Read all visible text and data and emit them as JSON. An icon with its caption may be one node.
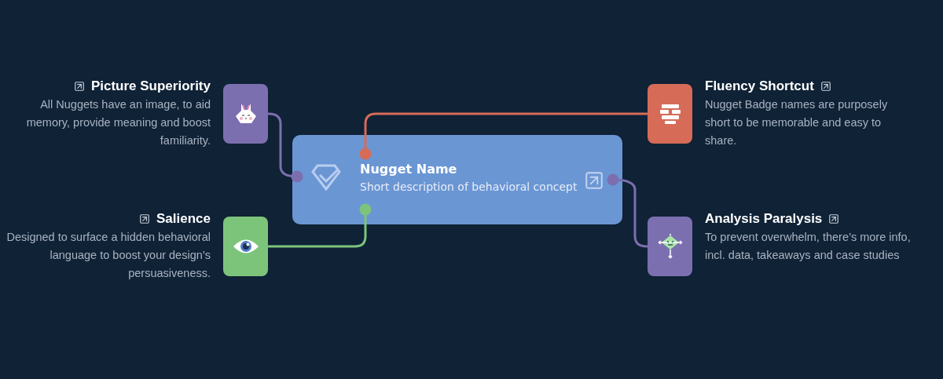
{
  "diagram": {
    "nodes": [
      {
        "text": [
          "Nugget Name",
          "Short description of behavioral concept"
        ]
      },
      {
        "text": [],
        "shape": "box",
        "beside": [
          "Picture Superiority",
          "All Nuggets have an image, to aid memory, provide meaning and boost familiarity."
        ]
      },
      {
        "text": [],
        "shape": "box",
        "beside": [
          "Fluency Shortcut",
          "Nugget Badge names are purposely short to be memorable and easy to share."
        ]
      },
      {
        "text": [],
        "shape": "box",
        "beside": [
          "Salience",
          "Designed to surface a hidden behavioral language to boost your design’s persuasiveness."
        ]
      },
      {
        "text": [],
        "shape": "box",
        "beside": [
          "Analysis Paralysis",
          "To prevent overwhelm, there’s more info, incl. data, takeaways and case studies"
        ]
      }
    ],
    "edges": [
      {
        "from": 1,
        "to": 0,
        "arrow": "other"
      },
      {
        "from": 2,
        "to": 0,
        "arrow": "other",
        "color": "#d66b58"
      },
      {
        "from": 3,
        "to": 0,
        "arrow": "other",
        "color": "#7dc47b"
      },
      {
        "from": 4,
        "to": 0,
        "arrow": "other"
      }
    ]
  }
}
